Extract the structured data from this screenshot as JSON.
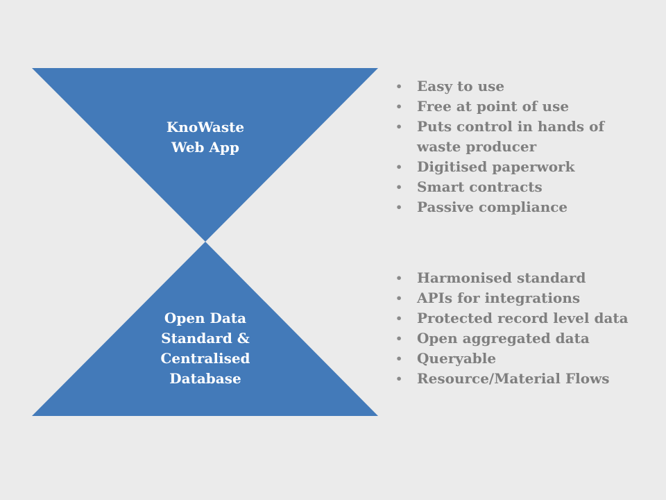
{
  "shapes": {
    "top_triangle": {
      "color": "#437ab9",
      "label_lines": [
        "KnoWaste",
        "Web App"
      ]
    },
    "bottom_triangle": {
      "color": "#437ab9",
      "label_lines": [
        "Open Data",
        "Standard &",
        "Centralised",
        "Database"
      ]
    }
  },
  "top_list": {
    "bullet_symbol": "•",
    "items": [
      "Easy to use",
      "Free at point of use",
      "Puts control in hands of waste producer",
      "Digitised paperwork",
      "Smart contracts",
      "Passive compliance"
    ]
  },
  "bottom_list": {
    "bullet_symbol": "•",
    "items": [
      "Harmonised standard",
      "APIs for integrations",
      "Protected record level data",
      "Open aggregated data",
      "Queryable",
      "Resource/Material Flows"
    ]
  }
}
